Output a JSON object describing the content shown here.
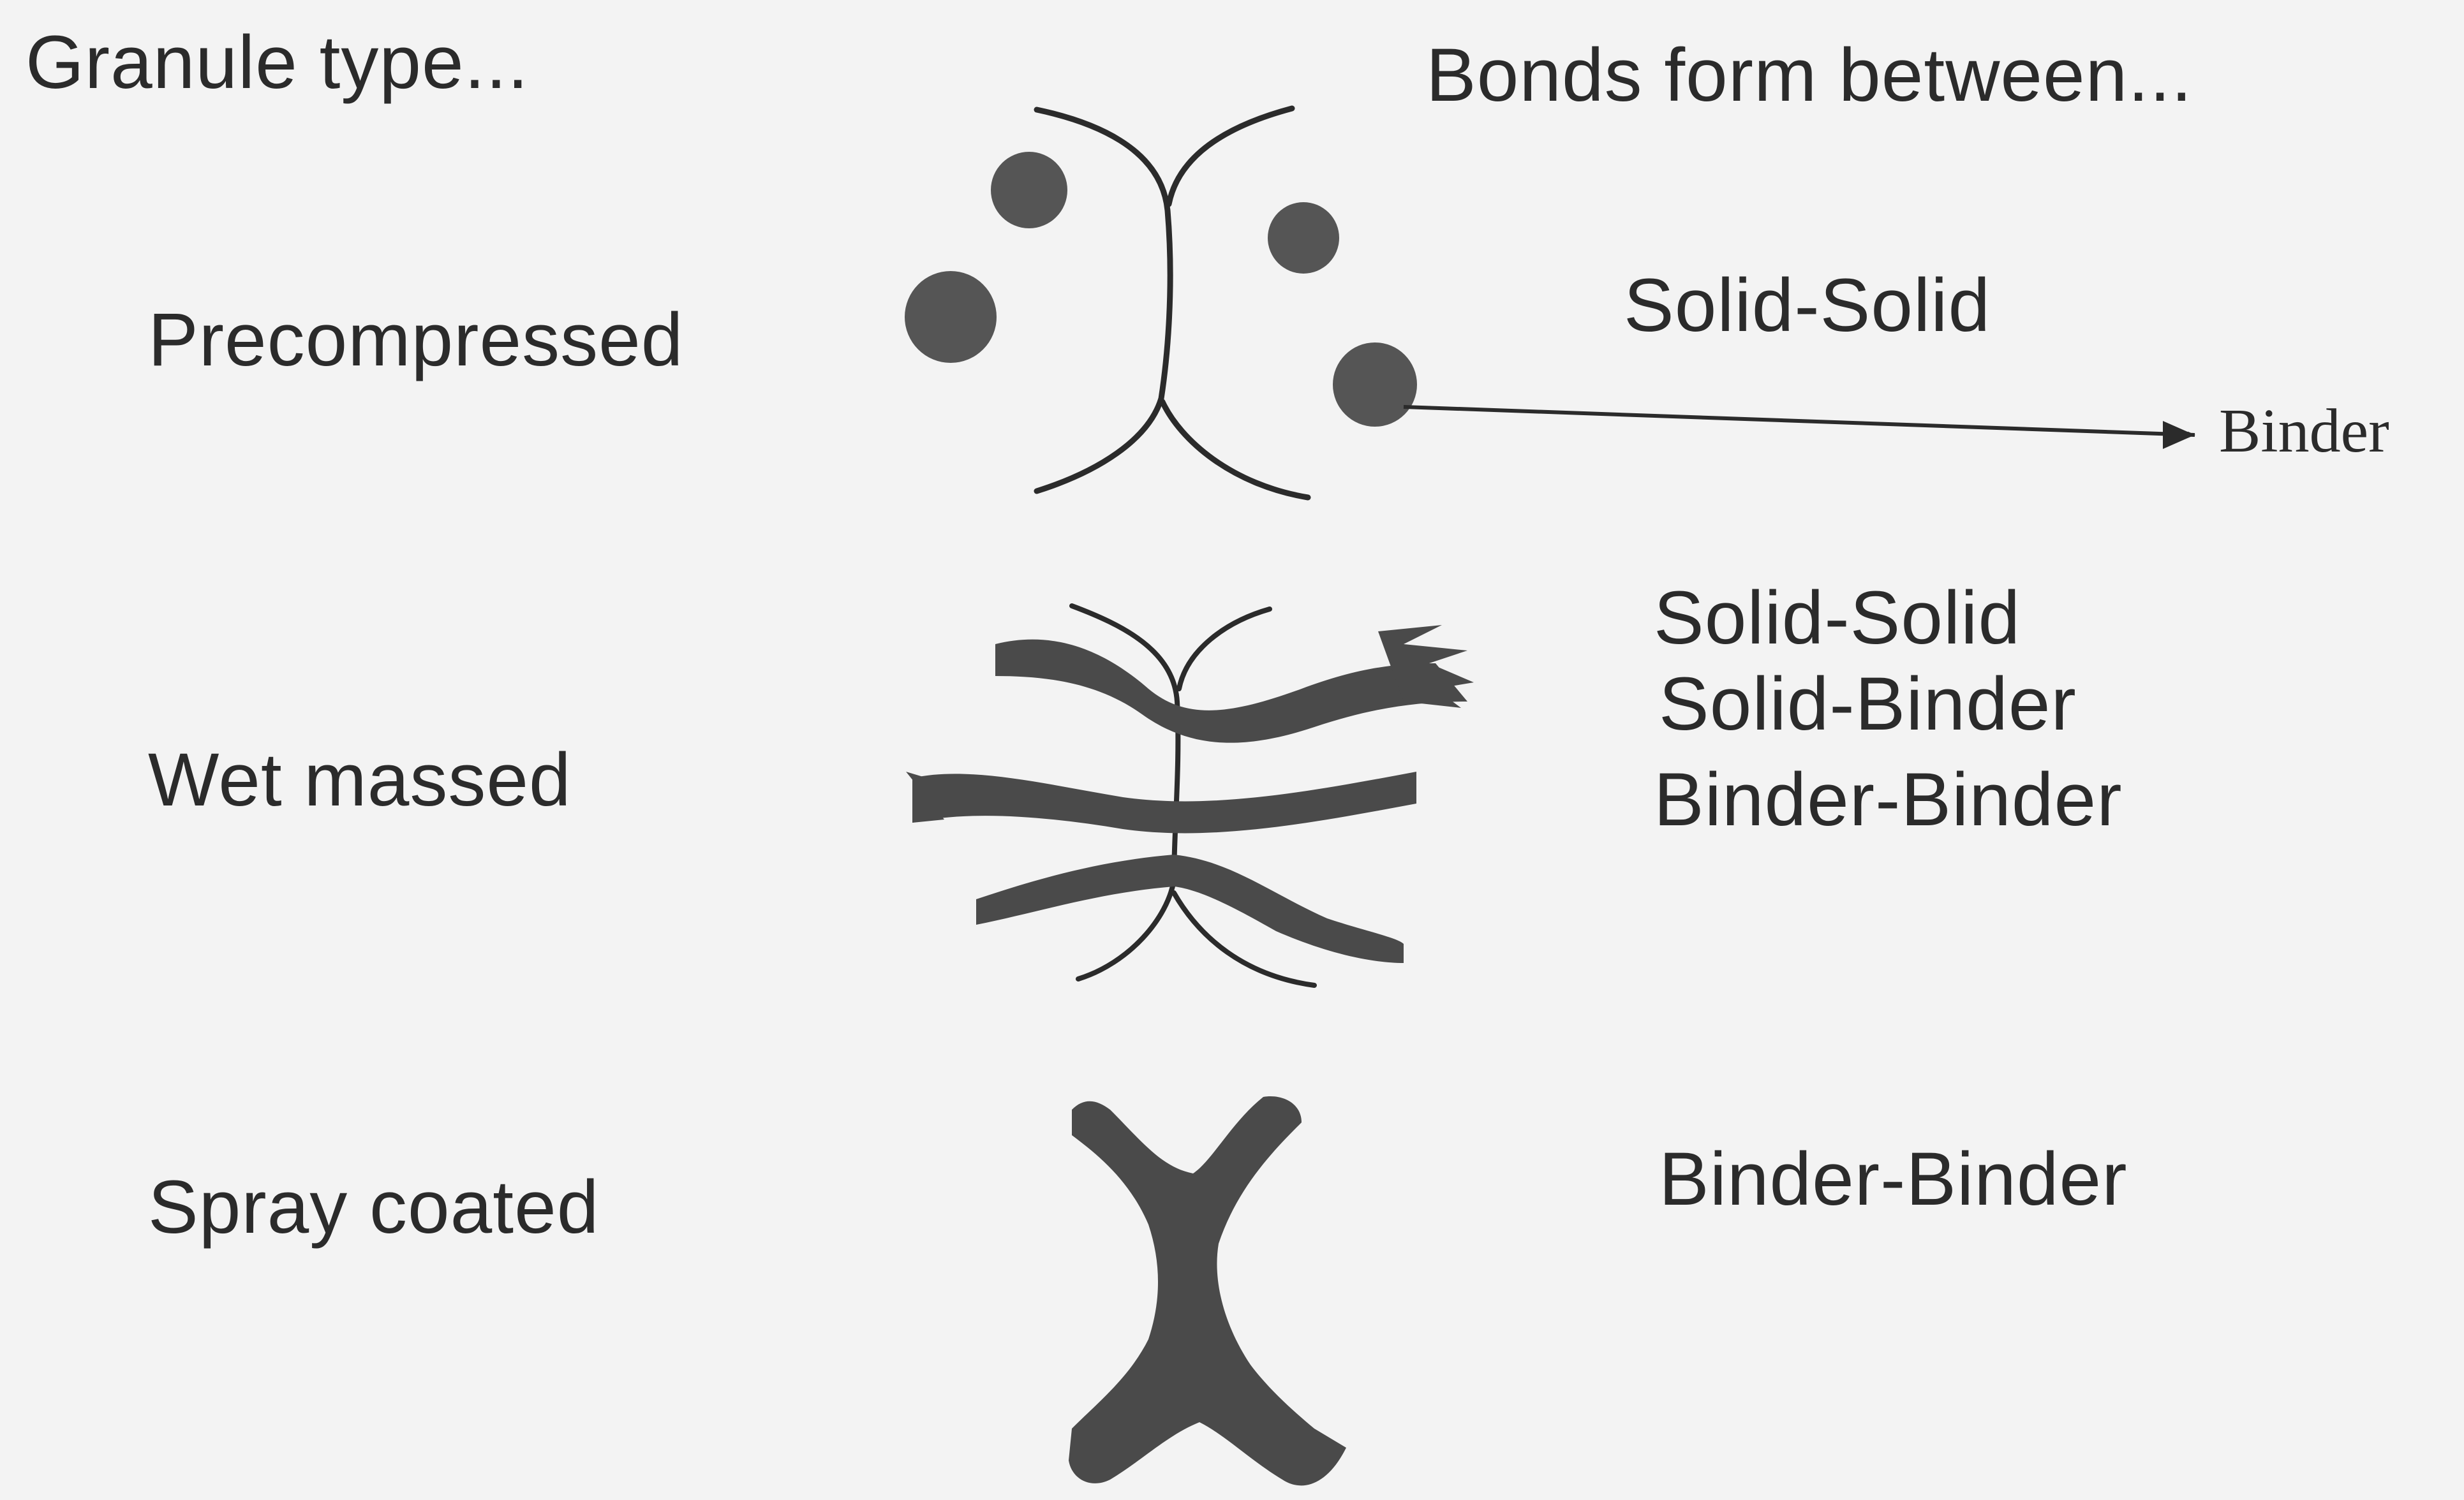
{
  "headers": {
    "left": "Granule type...",
    "right": "Bonds form between..."
  },
  "rows": [
    {
      "granule_type": "Precompressed",
      "bonds": [
        "Solid-Solid"
      ],
      "annotation": "Binder"
    },
    {
      "granule_type": "Wet massed",
      "bonds": [
        "Solid-Solid",
        "Solid-Binder",
        "Binder-Binder"
      ]
    },
    {
      "granule_type": "Spray coated",
      "bonds": [
        "Binder-Binder"
      ]
    }
  ],
  "colors": {
    "background": "#f3f3f3",
    "ink": "#2b2b2b",
    "binder_fill": "#4a4a4a"
  }
}
